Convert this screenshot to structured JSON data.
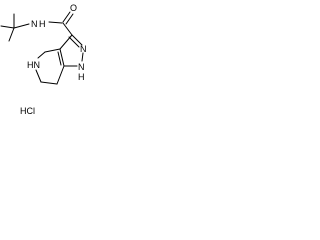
{
  "structure": {
    "atom_labels": {
      "amide_n": "N",
      "amide_h": "H",
      "carbonyl_o": "O",
      "pyrazole_n_top": "N",
      "pyrazole_n_bottom": "N",
      "pyrazole_nh_h": "H",
      "ring_nh": "HN",
      "salt": "HCl"
    }
  }
}
